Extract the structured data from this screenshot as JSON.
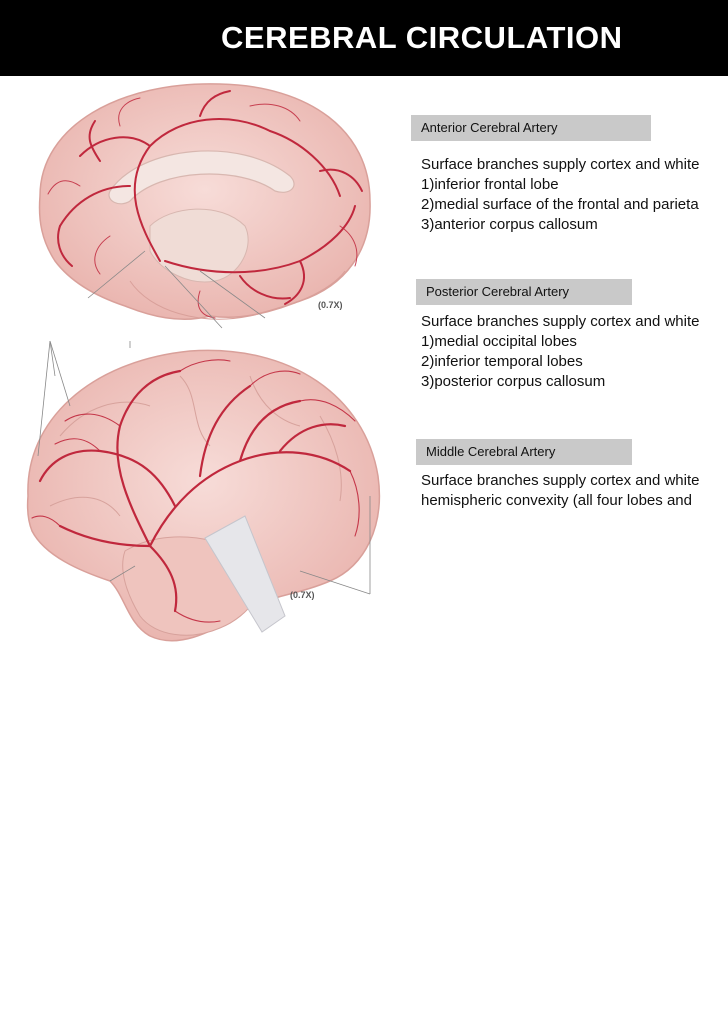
{
  "header": {
    "title": "CEREBRAL CIRCULATION"
  },
  "figure": {
    "medial_view_scale": "(0.7X)",
    "lateral_view_scale": "(0.7X)"
  },
  "sections": [
    {
      "heading": "Anterior Cerebral Artery",
      "lines": [
        "Surface branches supply cortex and white",
        "1)inferior frontal lobe",
        "2)medial surface of the frontal and parieta",
        "3)anterior corpus callosum"
      ]
    },
    {
      "heading": "Posterior Cerebral Artery",
      "lines": [
        "Surface branches supply cortex and white",
        "1)medial occipital lobes",
        "2)inferior temporal lobes",
        "3)posterior corpus callosum"
      ]
    },
    {
      "heading": "Middle Cerebral Artery",
      "lines": [
        "Surface branches supply cortex and white",
        "hemispheric convexity (all four lobes and"
      ]
    }
  ],
  "colors": {
    "header_bg": "#000000",
    "section_bar_bg": "#c9c9c9",
    "brain_tissue": "#f0c7c2",
    "artery": "#c0283d"
  }
}
